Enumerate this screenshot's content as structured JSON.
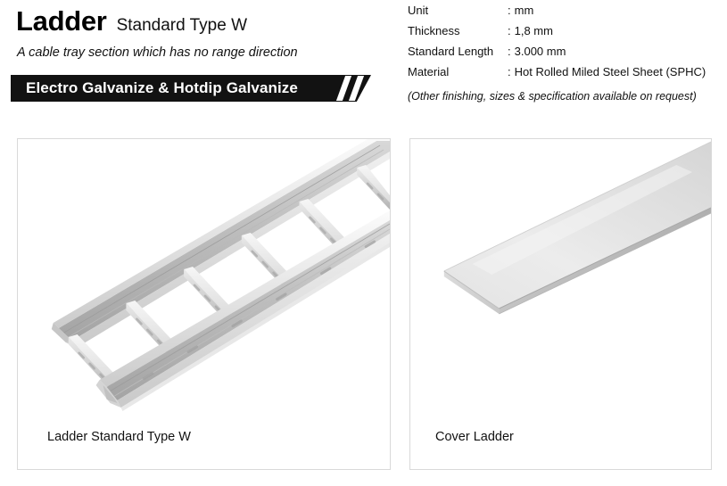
{
  "header": {
    "title": "Ladder",
    "type_label": "Standard Type W",
    "tagline": "A cable tray section which has no range direction",
    "finish_banner": "Electro Galvanize & Hotdip Galvanize"
  },
  "specs": {
    "rows": [
      {
        "label": "Unit",
        "value": "mm"
      },
      {
        "label": "Thickness",
        "value": "1,8 mm"
      },
      {
        "label": "Standard Length",
        "value": "3.000 mm"
      },
      {
        "label": "Material",
        "value": "Hot Rolled Miled Steel Sheet (SPHC)"
      }
    ],
    "colon": ":",
    "note": "(Other finishing, sizes & specification available on request)"
  },
  "panels": [
    {
      "caption": "Ladder Standard Type W",
      "figure": "ladder-tray-illustration"
    },
    {
      "caption": "Cover Ladder",
      "figure": "cover-plate-illustration"
    }
  ],
  "colors": {
    "banner_background": "#121212",
    "banner_text": "#ffffff",
    "panel_border": "#d9d9d9",
    "metal_light": "#f1f1f1",
    "metal_mid": "#d2d2d2",
    "metal_dark": "#9d9d9d",
    "text": "#111111"
  }
}
